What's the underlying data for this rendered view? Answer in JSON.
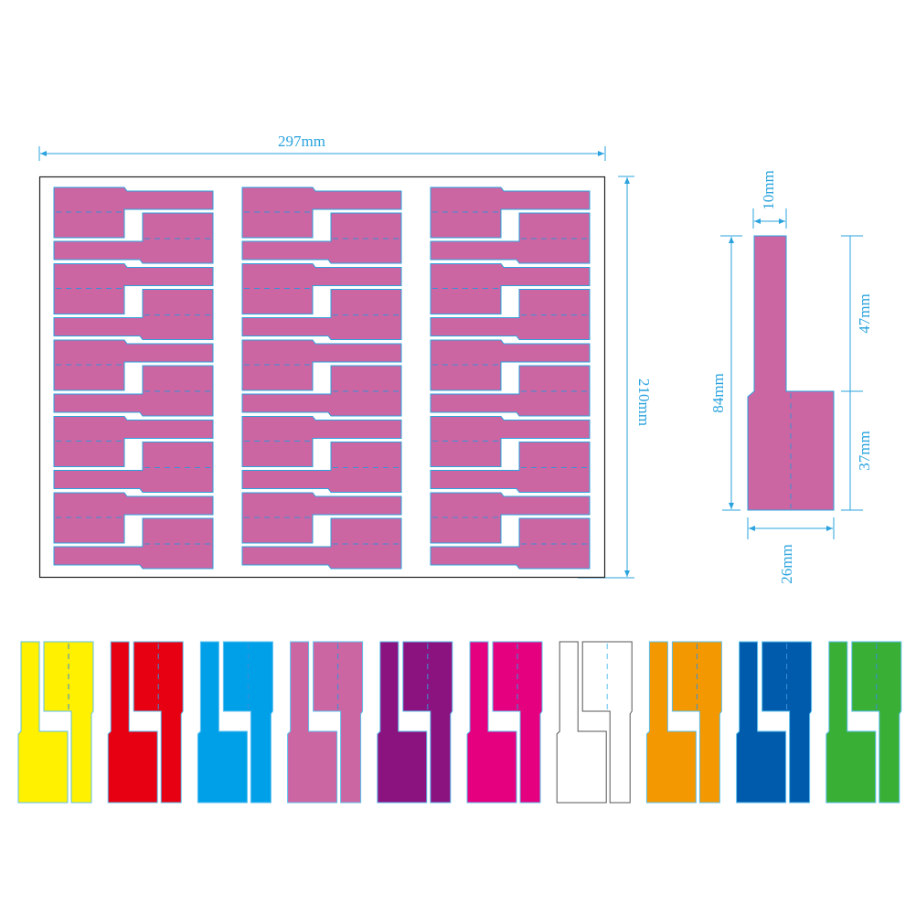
{
  "sheet": {
    "width_label": "297mm",
    "height_label": "210mm",
    "label_color": "#cc66a3",
    "columns": 3,
    "pairs_per_column": 5
  },
  "detail": {
    "tail_width_label": "10mm",
    "total_length_label": "84mm",
    "tail_length_label": "47mm",
    "body_length_label": "37mm",
    "body_width_label": "26mm",
    "color": "#cc66a3"
  },
  "swatches": [
    {
      "name": "yellow",
      "color": "#fff100"
    },
    {
      "name": "red",
      "color": "#e60012"
    },
    {
      "name": "blue",
      "color": "#00a0e9"
    },
    {
      "name": "pink",
      "color": "#cc66a3"
    },
    {
      "name": "purple",
      "color": "#8b137f"
    },
    {
      "name": "magenta",
      "color": "#e4007f"
    },
    {
      "name": "white",
      "color": "#ffffff"
    },
    {
      "name": "orange",
      "color": "#f39800"
    },
    {
      "name": "dark-blue",
      "color": "#005bac"
    },
    {
      "name": "green",
      "color": "#3aaf35"
    }
  ]
}
